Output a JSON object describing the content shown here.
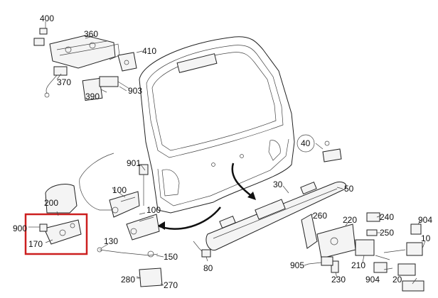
{
  "colors": {
    "line": "#222222",
    "highlight": "#cc1f1f",
    "background": "#ffffff"
  },
  "labels": {
    "p400": "400",
    "p360": "360",
    "p410": "410",
    "p370": "370",
    "p390": "390",
    "p903": "903",
    "p40": "40",
    "p901": "901",
    "p100a": "100",
    "p100b": "100",
    "p200": "200",
    "p900": "900",
    "p170": "170",
    "p130": "130",
    "p150": "150",
    "p80": "80",
    "p30": "30",
    "p50": "50",
    "p260": "260",
    "p220": "220",
    "p240": "240",
    "p250": "250",
    "p904a": "904",
    "p10": "10",
    "p905": "905",
    "p230": "230",
    "p210": "210",
    "p904b": "904",
    "p20": "20",
    "p280": "280",
    "p270": "270"
  }
}
